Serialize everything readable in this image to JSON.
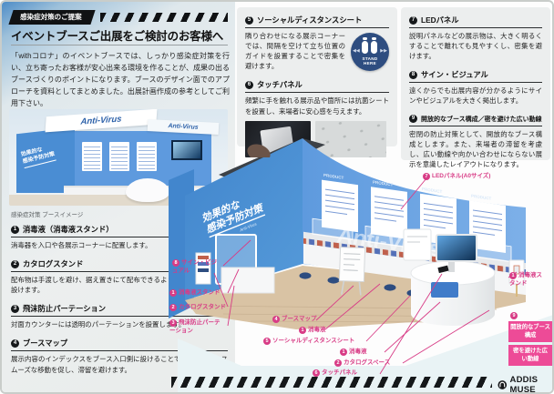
{
  "header": {
    "badge": "感染症対策のご提案",
    "title": "イベントブースご出展をご検討のお客様へ",
    "intro": "「withコロナ」のイベントブースでは、しっかり感染症対策を行い、立ち寄ったお客様が安心出来る環境を作ることが、成果の出るブースづくりのポイントになります。ブースのデザイン面でのアプローチを資料としてまとめました。出展計画作成の参考としてご利用下さい。"
  },
  "booth_photo": {
    "caption": "感染症対策 ブースイメージ",
    "banner1": "Anti-Virus",
    "banner2": "Anti-Virus",
    "wall_line1": "効果的な",
    "wall_line2": "感染予防対策"
  },
  "sections": [
    {
      "num": "1",
      "title": "消毒液（消毒液スタンド）",
      "body": "消毒器を入口や各展示コーナーに配置します。"
    },
    {
      "num": "2",
      "title": "カタログスタンド",
      "body": "配布物は手渡しを避け、据え置きにて配布できるよう各所にスペースを設けます。"
    },
    {
      "num": "3",
      "title": "飛沫防止パーテーション",
      "body": "対面カウンターには透明のパーテーションを設置します。"
    },
    {
      "num": "4",
      "title": "ブースマップ",
      "body": "展示内容のインデックスをブース入口側に設けることで、ブース内のスムーズな移動を促し、滞留を避けます。"
    },
    {
      "num": "5",
      "title": "ソーシャルディスタンスシート",
      "body": "隣り合わせになる展示コーナーでは、間隔を空けて立ち位置のガイドを設置することで密集を避けます。"
    },
    {
      "num": "6",
      "title": "タッチパネル",
      "body": "頻繁に手を触れる展示品や箇所には抗菌シートを設置し、来場者に安心感を与えます。"
    },
    {
      "num": "7",
      "title": "LEDパネル",
      "body": "説明パネルなどの展示物は、大きく明るくすることで離れても見やすくし、密集を避けます。"
    },
    {
      "num": "8",
      "title": "サイン・ビジュアル",
      "body": "遠くからでも出展内容が分かるようにサインやビジュアルを大きく掲出します。"
    },
    {
      "num": "9",
      "title": "開放的なブース構成／密を避けた広い動線",
      "body": "密閉の防止対策として、開放的なブース構成とします。また、来場者の滞留を考慮し、広い動線や向かい合わせにならない展示を意識したレイアウトになります。"
    }
  ],
  "stand_icon": {
    "line1": "STAND",
    "line2": "HERE",
    "arrows_left": "◀◀",
    "arrows_right": "▶▶"
  },
  "illustration": {
    "wall_line1": "効果的な",
    "wall_line2": "感染予防対策",
    "wall_sub": "Anti-Virus",
    "counter_text": "Anti-Virus",
    "panel_label": "PRODUCT",
    "callouts": [
      {
        "num": "8",
        "label": "サイン・ビジュアル"
      },
      {
        "num": "1",
        "label": "消毒液スタンド"
      },
      {
        "num": "2",
        "label": "カタログスタンド"
      },
      {
        "num": "3",
        "label": "飛沫防止パーテーション"
      },
      {
        "num": "7",
        "label": "LEDパネル(A0サイズ)"
      },
      {
        "num": "1",
        "label": "消毒液スタンド"
      },
      {
        "num": "4",
        "label": "ブースマップ"
      },
      {
        "num": "1",
        "label": "消毒液"
      },
      {
        "num": "5",
        "label": "ソーシャルディスタンスシート"
      },
      {
        "num": "1",
        "label": "消毒液"
      },
      {
        "num": "2",
        "label": "カタログスペース"
      },
      {
        "num": "6",
        "label": "タッチパネル"
      }
    ],
    "badge_group": {
      "num": "9",
      "badge1": "開放的なブース構成",
      "badge2": "密を避けた広い動線"
    }
  },
  "footer": {
    "logo": "ADDIS MUSE"
  },
  "colors": {
    "accent_pink": "#d83c86",
    "badge_pink": "#ed4b97",
    "wall_blue": "#4a8dd3",
    "back_wall_blue": "#5e9ade",
    "stand_navy": "#2e4d80",
    "floor_wood": "#d9c3a4",
    "card_gray": "#eceeee"
  }
}
